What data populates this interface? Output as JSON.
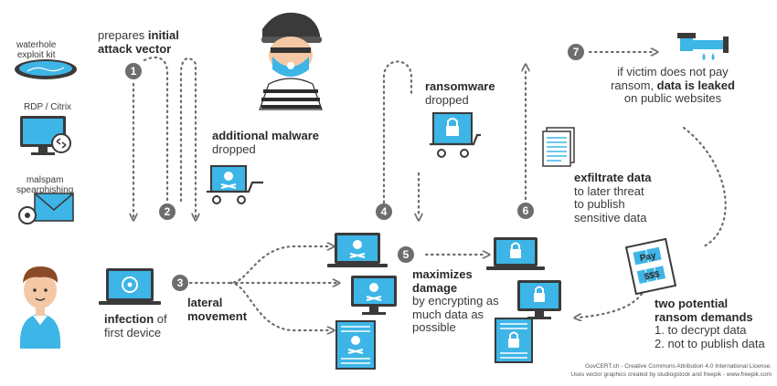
{
  "sources": {
    "waterhole": [
      "waterhole",
      "exploit kit"
    ],
    "rdp": "RDP / Citrix",
    "malspam": [
      "malspam",
      "spearphishing"
    ]
  },
  "steps": {
    "s1": {
      "num": "1",
      "pre": "prepares ",
      "bold1": "initial",
      "bold2": "attack vector"
    },
    "s2": {
      "num": "2",
      "bold": "additional malware",
      "rest": "dropped"
    },
    "s3": {
      "num": "3",
      "bold1": "lateral",
      "bold2": "movement"
    },
    "s4": {
      "num": "4",
      "bold": "ransomware",
      "rest": "dropped"
    },
    "s5": {
      "num": "5",
      "bold1": "maximizes",
      "bold2": "damage",
      "rest": [
        "by encrypting as",
        "much data as",
        "possible"
      ]
    },
    "s6": {
      "num": "6",
      "bold": "exfiltrate data",
      "rest": [
        "to later threat",
        "to publish",
        "sensitive data"
      ]
    },
    "s7": {
      "num": "7",
      "line1": "if victim does not pay",
      "line2_pre": "ransom, ",
      "line2_bold": "data is leaked",
      "line3": "on public websites"
    }
  },
  "infection": {
    "bold": "infection",
    "rest1": " of",
    "rest2": "first device"
  },
  "demands": {
    "bold1": "two potential",
    "bold2": "ransom demands",
    "items": [
      "1. to decrypt data",
      "2. not to publish data"
    ]
  },
  "note": {
    "l1": "Pay",
    "l2": "$$$"
  },
  "credits": {
    "line1": "GovCERT.ch - Creative Commons Attribution 4.0 International License.",
    "line2": "Uses vector graphics created by studiogstock and freepik - www.freepik.com"
  },
  "colors": {
    "accent": "#3db5e6",
    "gray": "#6d6d6d",
    "dark": "#4a4a4a"
  }
}
